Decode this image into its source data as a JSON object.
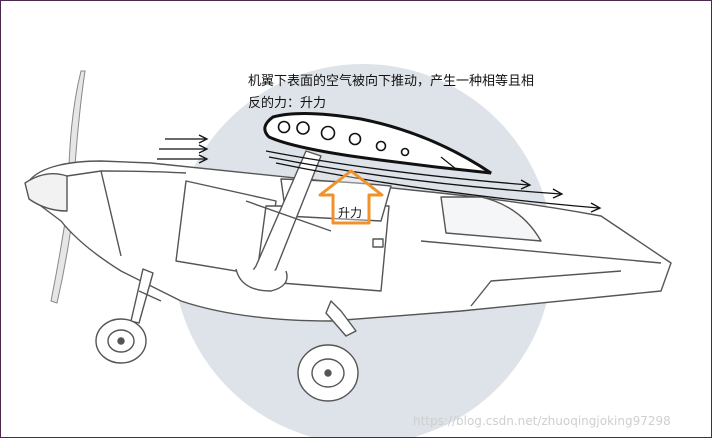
{
  "caption": {
    "line1": "机翼下表面的空气被向下推动，产生一种相等且相",
    "line2": "反的力：升力"
  },
  "lift_label": "升力",
  "watermark": "https://blog.csdn.net/zhuoqingjoking97298",
  "colors": {
    "background_circle": "#dde3e8",
    "lift_arrow": "#f0922b",
    "airplane_line": "#555555",
    "airflow_arrows": "#111111"
  },
  "icons": [
    "airplane",
    "wing-cross-section",
    "airflow-arrows",
    "lift-arrow"
  ]
}
